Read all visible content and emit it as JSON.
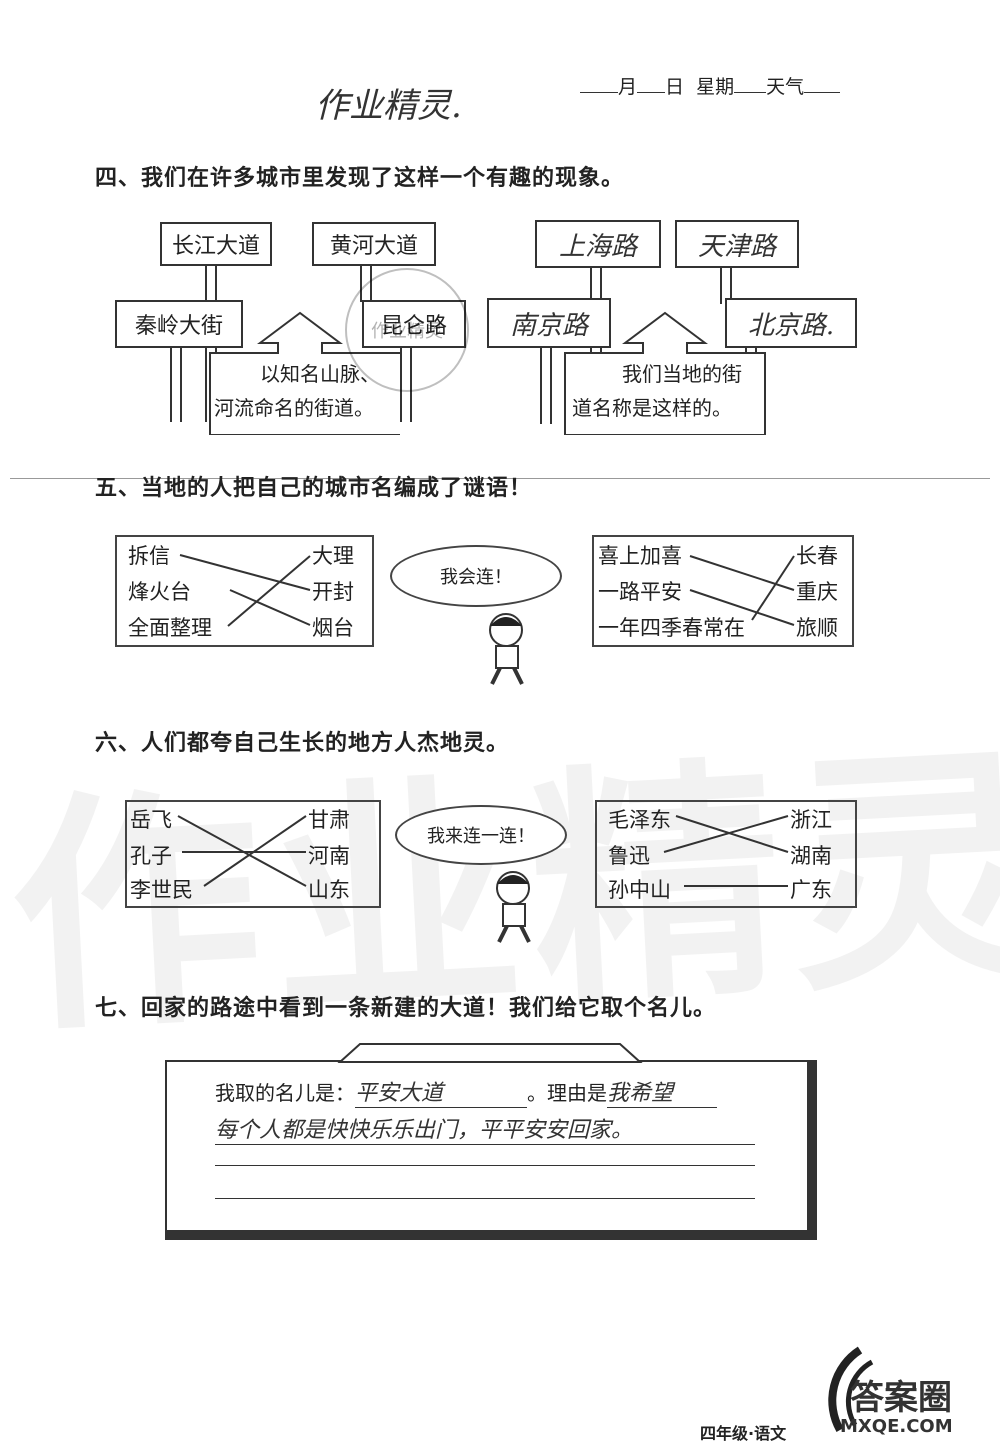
{
  "header": {
    "handwritten_title": "作业精灵.",
    "date_line": {
      "month": "月",
      "day": "日",
      "weekday": "星期",
      "weather": "天气"
    }
  },
  "section4": {
    "title": "四、我们在许多城市里发现了这样一个有趣的现象。",
    "signs_left": [
      "长江大道",
      "黄河大道",
      "秦岭大街",
      "昆仑路"
    ],
    "board_left": [
      "以知名山脉、",
      "河流命名的街道。"
    ],
    "signs_right": [
      "上海路",
      "天津路",
      "南京路",
      "北京路."
    ],
    "board_right": [
      "我们当地的街",
      "道名称是这样的。"
    ],
    "stamp": "作业精灵"
  },
  "section5": {
    "title": "五、当地的人把自己的城市名编成了谜语！",
    "left_col": [
      "拆信",
      "烽火台",
      "全面整理"
    ],
    "right_col": [
      "大理",
      "开封",
      "烟台"
    ],
    "cloud": "我会连！",
    "left2_col": [
      "喜上加喜",
      "一路平安",
      "一年四季春常在"
    ],
    "right2_col": [
      "长春",
      "重庆",
      "旅顺"
    ]
  },
  "section6": {
    "title": "六、人们都夸自己生长的地方人杰地灵。",
    "left_col": [
      "岳飞",
      "孔子",
      "李世民"
    ],
    "right_col": [
      "甘肃",
      "河南",
      "山东"
    ],
    "cloud": "我来连一连！",
    "left2_col": [
      "毛泽东",
      "鲁迅",
      "孙中山"
    ],
    "right2_col": [
      "浙江",
      "湖南",
      "广东"
    ]
  },
  "section7": {
    "title": "七、回家的路途中看到一条新建的大道！我们给它取个名儿。",
    "name_prefix": "我取的名儿是：",
    "name_answer": "平安大道",
    "reason_prefix": "。理由是",
    "reason_answer_1": "我希望",
    "reason_answer_2": "每个人都是快快乐乐出门，平平安安回家。"
  },
  "watermark": "作业精灵",
  "footer": {
    "grade": "四年级·语文",
    "logo": "答案圈",
    "site": "MXQE.COM"
  }
}
